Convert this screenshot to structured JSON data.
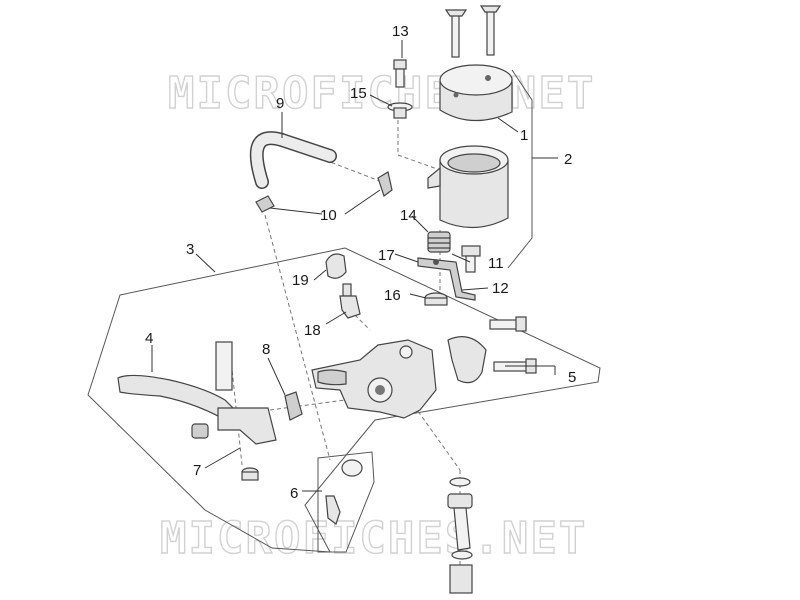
{
  "watermark": {
    "text": "MICROFICHES.NET"
  },
  "callouts": {
    "c1": "1",
    "c2": "2",
    "c3": "3",
    "c4": "4",
    "c5": "5",
    "c6": "6",
    "c7": "7",
    "c8": "8",
    "c9": "9",
    "c10": "10",
    "c11": "11",
    "c12": "12",
    "c13": "13",
    "c14": "14",
    "c15": "15",
    "c16": "16",
    "c17": "17",
    "c18": "18",
    "c19": "19"
  }
}
